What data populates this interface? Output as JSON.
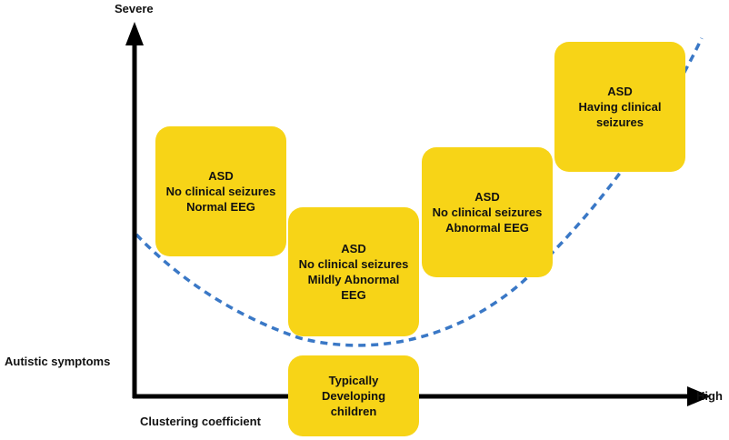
{
  "axis": {
    "y_top_label": "Severe",
    "y_label": "Autistic symptoms",
    "x_right_label": "High",
    "x_label": "Clustering coefficient"
  },
  "boxes": [
    {
      "lines": [
        "ASD",
        "No clinical seizures",
        "Normal EEG"
      ]
    },
    {
      "lines": [
        "ASD",
        "No clinical seizures",
        "Mildly Abnormal",
        "EEG"
      ]
    },
    {
      "lines": [
        "ASD",
        "No clinical seizures",
        "Abnormal EEG"
      ]
    },
    {
      "lines": [
        "ASD",
        "Having clinical",
        "seizures"
      ]
    },
    {
      "lines": [
        "Typically",
        "Developing",
        "children"
      ]
    }
  ],
  "colors": {
    "box_fill": "#F7D417",
    "curve": "#3A78C6",
    "axis": "#000000"
  }
}
